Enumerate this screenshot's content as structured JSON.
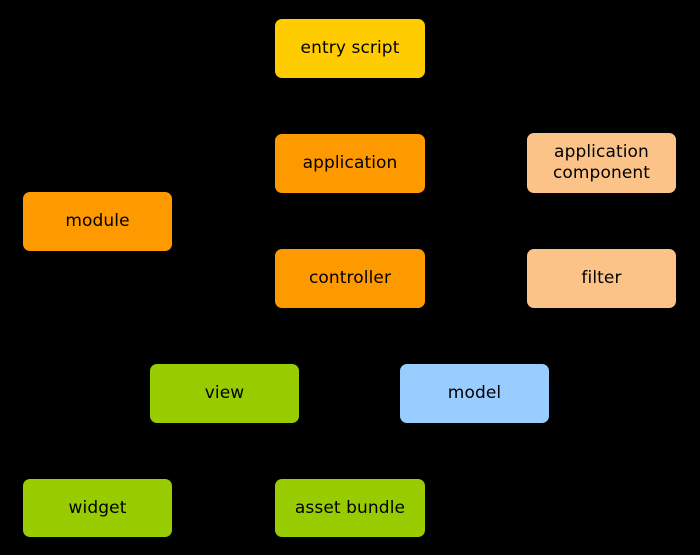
{
  "diagram": {
    "background_color": "#000000",
    "title": "",
    "palette": {
      "yellow": "#FFCC00",
      "orange": "#FF9900",
      "peach": "#FCC389",
      "green": "#99CC00",
      "blue": "#99CCFF",
      "text": "#000000"
    },
    "nodes": [
      {
        "id": "entry-script",
        "label": "entry script",
        "color_name": "yellow",
        "color": "#FFCC00"
      },
      {
        "id": "application",
        "label": "application",
        "color_name": "orange",
        "color": "#FF9900"
      },
      {
        "id": "application-component",
        "label": "application\ncomponent",
        "color_name": "peach",
        "color": "#FCC389"
      },
      {
        "id": "module",
        "label": "module",
        "color_name": "orange",
        "color": "#FF9900"
      },
      {
        "id": "controller",
        "label": "controller",
        "color_name": "orange",
        "color": "#FF9900"
      },
      {
        "id": "filter",
        "label": "filter",
        "color_name": "peach",
        "color": "#FCC389"
      },
      {
        "id": "view",
        "label": "view",
        "color_name": "green",
        "color": "#99CC00"
      },
      {
        "id": "model",
        "label": "model",
        "color_name": "blue",
        "color": "#99CCFF"
      },
      {
        "id": "widget",
        "label": "widget",
        "color_name": "green",
        "color": "#99CC00"
      },
      {
        "id": "asset-bundle",
        "label": "asset bundle",
        "color_name": "green",
        "color": "#99CC00"
      }
    ]
  }
}
